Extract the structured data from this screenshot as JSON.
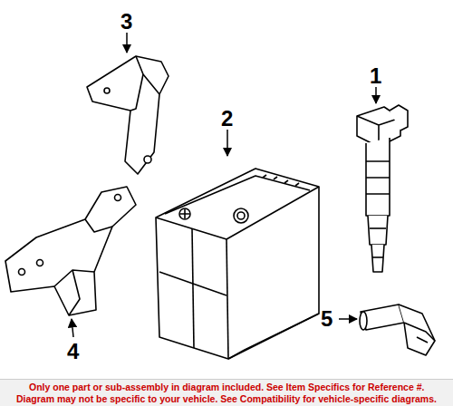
{
  "diagram": {
    "labels": [
      "1",
      "2",
      "3",
      "4",
      "5",
      "Only one part or sub-assembly in diagram included. See Item Specifics for Reference #.",
      "Diagram may not be specific to your vehicle. See Compatibility for vehicle-specific diagrams."
    ]
  }
}
